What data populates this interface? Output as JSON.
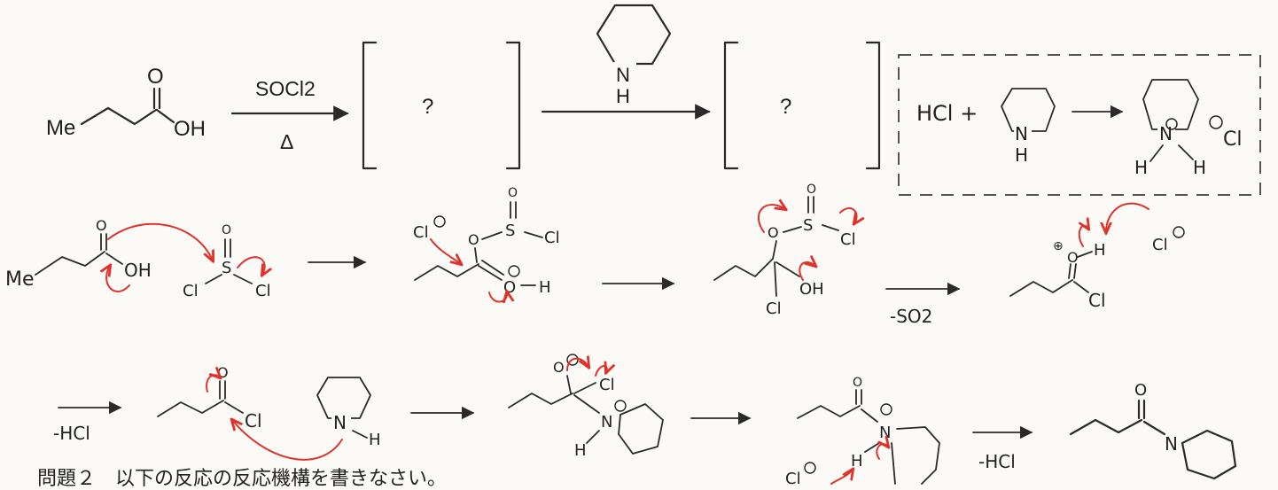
{
  "scheme": {
    "start_me": "Me",
    "start_o": "O",
    "start_oh": "OH",
    "reagent1_top": "SOCl2",
    "reagent1_bottom": "Δ",
    "unknown1": "?",
    "reagent2_n": "N",
    "reagent2_h": "H",
    "unknown2": "?"
  },
  "boxed_note": {
    "hcl_plus": "HCl +",
    "n": "N",
    "h": "H",
    "nplus": "N",
    "h_left": "H",
    "h_right": "H",
    "chloride": "Cl"
  },
  "mechanism_row1": {
    "me": "Me",
    "o_top": "O",
    "oh": "OH",
    "s": "S",
    "s_o": "O",
    "cl_left": "Cl",
    "cl_right": "Cl",
    "cl_anion": "Cl",
    "o_link": "O",
    "s2": "S",
    "s2_o": "O",
    "s2_cl": "Cl",
    "oplus_h": "O",
    "h1": "H",
    "tet_o": "O",
    "tet_s": "S",
    "tet_s_o": "O",
    "tet_s_cl": "Cl",
    "tet_oh": "OH",
    "tet_cl": "Cl",
    "minus_so2": "-SO2",
    "prot_o": "O",
    "prot_h": "H",
    "prot_cl_anion": "Cl",
    "prot_cl": "Cl"
  },
  "mechanism_row2": {
    "minus_hcl_1": "-HCl",
    "acyl_o": "O",
    "acyl_cl": "Cl",
    "pip_n": "N",
    "pip_h": "H",
    "int_o": "O",
    "int_cl": "Cl",
    "int_n": "N",
    "int_h": "H",
    "amide_o": "O",
    "amide_n": "N",
    "amide_h": "H",
    "amide_cl_anion": "Cl",
    "minus_hcl_2": "-HCl",
    "product_o": "O",
    "product_n": "N"
  },
  "caption": "問題２　以下の反応の反応機構を書きなさい。"
}
